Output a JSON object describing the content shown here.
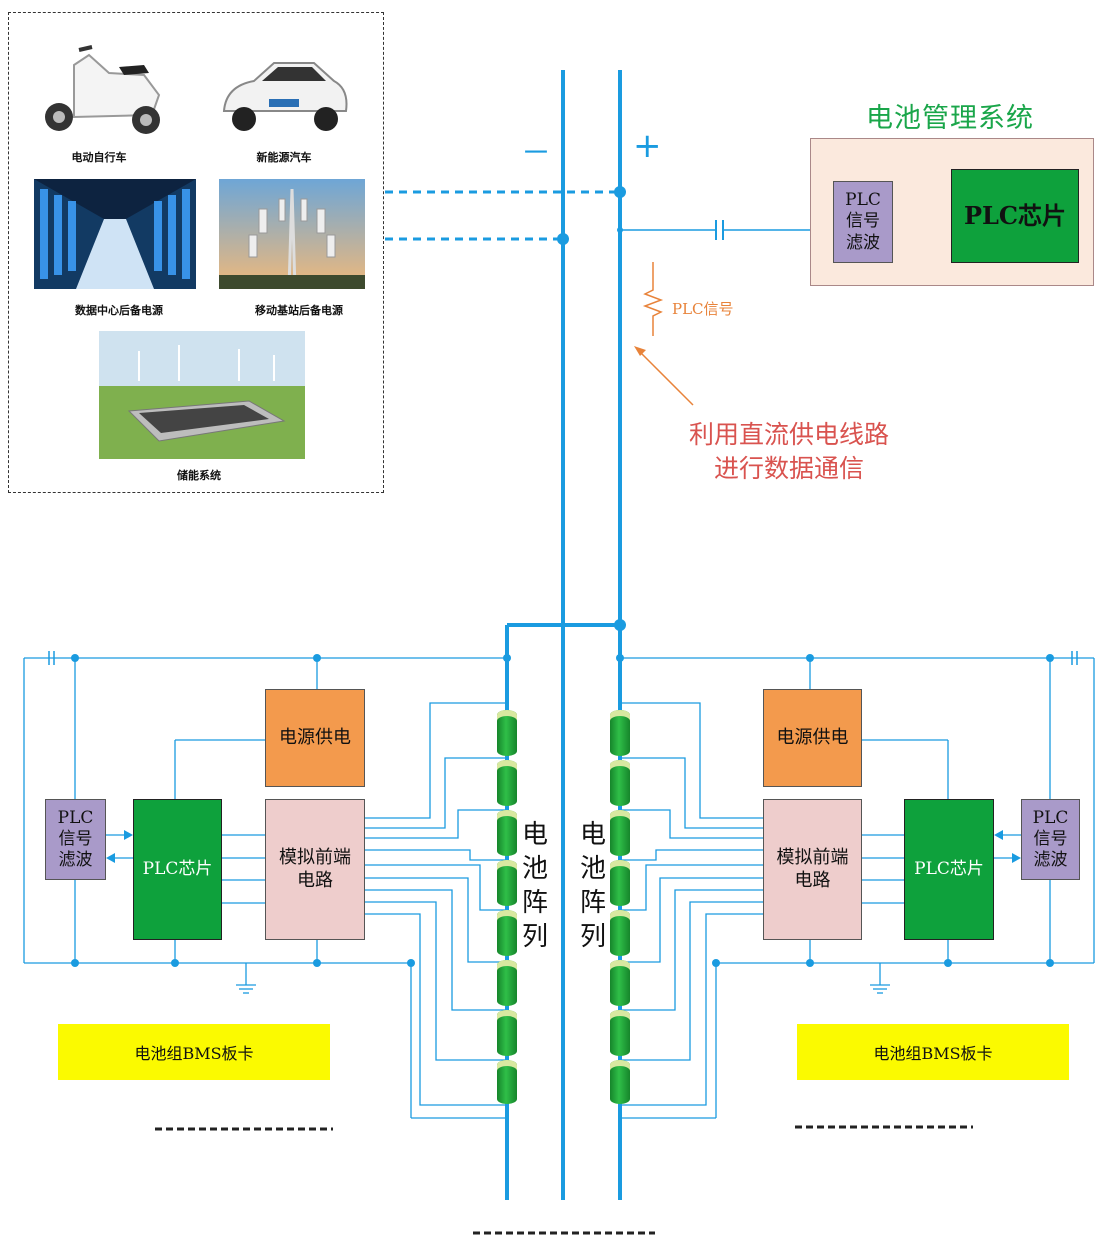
{
  "applications": {
    "items": [
      {
        "label": "电动自行车",
        "icon": "e-bike-photo"
      },
      {
        "label": "新能源汽车",
        "icon": "ev-car-photo"
      },
      {
        "label": "数据中心后备电源",
        "icon": "data-center-photo"
      },
      {
        "label": "移动基站后备电源",
        "icon": "cell-tower-photo"
      },
      {
        "label": "储能系统",
        "icon": "energy-storage-photo"
      }
    ]
  },
  "bus": {
    "minus": "－",
    "plus": "+"
  },
  "bms": {
    "title": "电池管理系统",
    "filter": "PLC\n信号\n滤波",
    "chip": "PLC芯片"
  },
  "signal_label": "PLC信号",
  "annotation": {
    "line1": "利用直流供电线路",
    "line2": "进行数据通信"
  },
  "battery_array_label": [
    "电",
    "池",
    "阵",
    "列"
  ],
  "boards": {
    "left": {
      "filter": "PLC\n信号\n滤波",
      "chip": "PLC芯片",
      "power": "电源供电",
      "afe": "模拟前端\n电路",
      "label": "电池组BMS板卡"
    },
    "right": {
      "filter": "PLC\n信号\n滤波",
      "chip": "PLC芯片",
      "power": "电源供电",
      "afe": "模拟前端\n电路",
      "label": "电池组BMS板卡"
    }
  },
  "colors": {
    "bus": "#1a9be0",
    "board_bg": "#99d1dc",
    "chip": "#0ea13c",
    "filter": "#a99ac9",
    "power": "#f39a4d",
    "afe": "#eecdcc",
    "label_bg": "#fbfa00",
    "title_green": "#1aa64a",
    "annotation_red": "#d9534f",
    "cell": "#1f9e35"
  }
}
